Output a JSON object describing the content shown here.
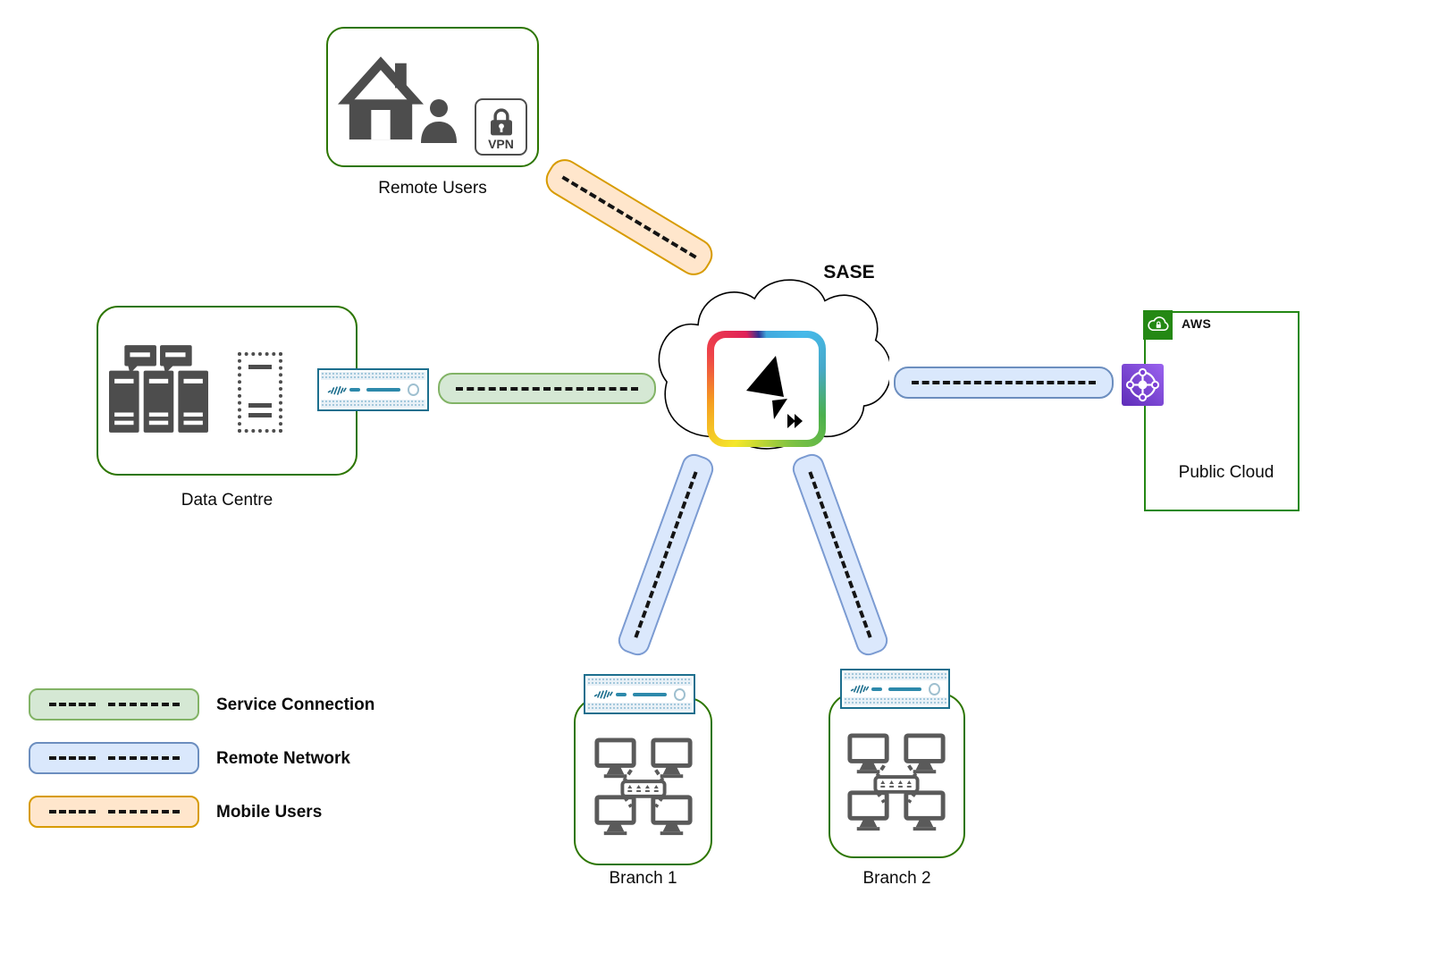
{
  "diagram_title": "SASE",
  "nodes": {
    "remote_users": {
      "label": "Remote Users",
      "vpn_badge": "VPN"
    },
    "data_centre": {
      "label": "Data Centre"
    },
    "sase_cloud": {
      "label": "SASE"
    },
    "public_cloud": {
      "label": "Public Cloud",
      "provider_badge": "AWS"
    },
    "branch_1": {
      "label": "Branch 1"
    },
    "branch_2": {
      "label": "Branch 2"
    }
  },
  "legend": [
    {
      "label": "Service Connection",
      "fill": "#d5e8d4",
      "stroke": "#82b366"
    },
    {
      "label": "Remote Network",
      "fill": "#dae8fc",
      "stroke": "#6c8ebf"
    },
    {
      "label": "Mobile Users",
      "fill": "#ffe6cc",
      "stroke": "#d79b00"
    }
  ],
  "connections": [
    {
      "from": "Remote Users",
      "to": "SASE",
      "type": "Mobile Users"
    },
    {
      "from": "Data Centre",
      "to": "SASE",
      "type": "Service Connection"
    },
    {
      "from": "SASE",
      "to": "Public Cloud",
      "type": "Remote Network"
    },
    {
      "from": "SASE",
      "to": "Branch 1",
      "type": "Remote Network"
    },
    {
      "from": "SASE",
      "to": "Branch 2",
      "type": "Remote Network"
    }
  ],
  "colors": {
    "node_border_green": "#2d7600",
    "icon_gray": "#4d4d4d",
    "appliance_teal": "#1d6f8e",
    "aws_green": "#248814",
    "transit_gateway_purple": "#7b3fd4"
  }
}
